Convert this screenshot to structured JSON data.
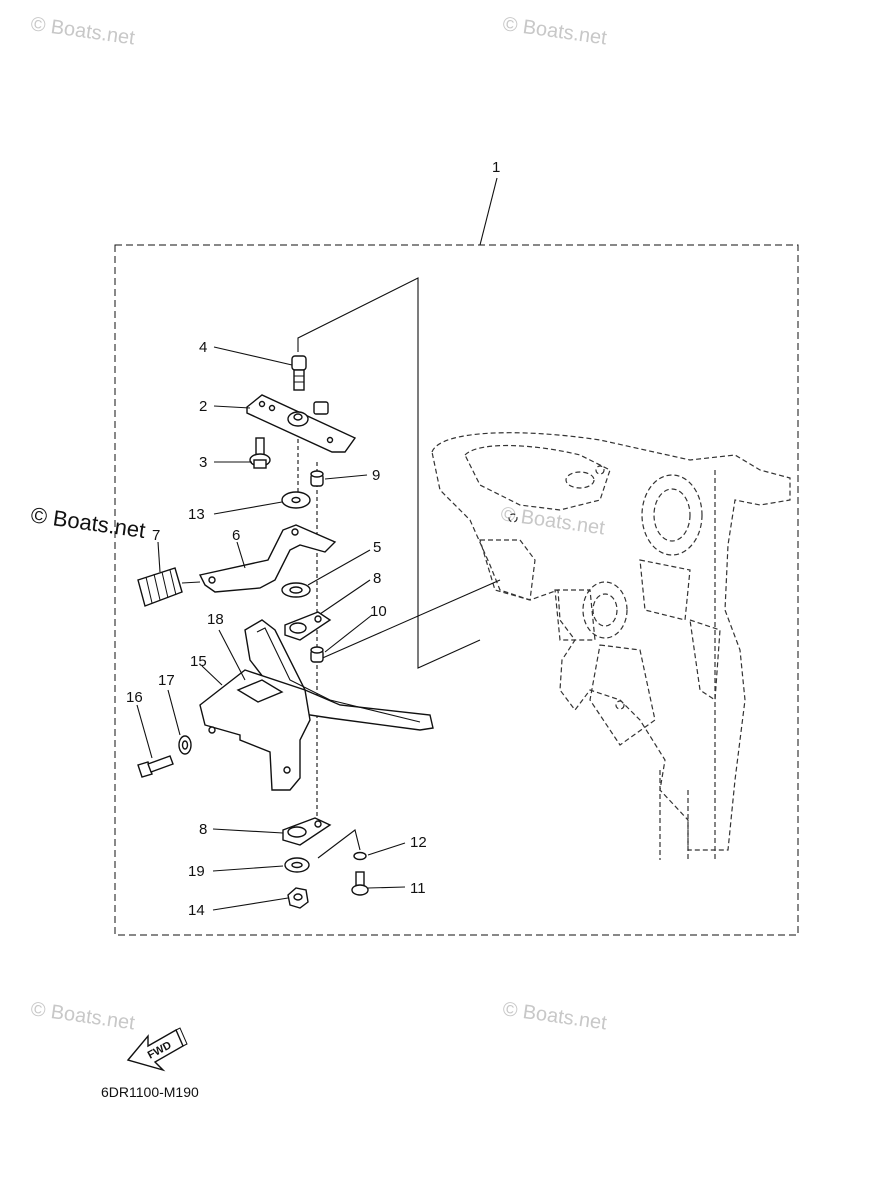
{
  "watermarks": {
    "top_left": "© Boats.net",
    "top_right": "© Boats.net",
    "side": "© Boats.net",
    "center": "© Boats.net",
    "bottom_left": "© Boats.net",
    "bottom_right": "© Boats.net"
  },
  "callouts": {
    "c1": "1",
    "c2": "2",
    "c3": "3",
    "c4": "4",
    "c5": "5",
    "c6": "6",
    "c7": "7",
    "c8a": "8",
    "c8b": "8",
    "c9": "9",
    "c10": "10",
    "c11": "11",
    "c12": "12",
    "c13": "13",
    "c14": "14",
    "c15": "15",
    "c16": "16",
    "c17": "17",
    "c18": "18",
    "c19": "19"
  },
  "fwd_label": "FWD",
  "diagram_code": "6DR1100-M190"
}
